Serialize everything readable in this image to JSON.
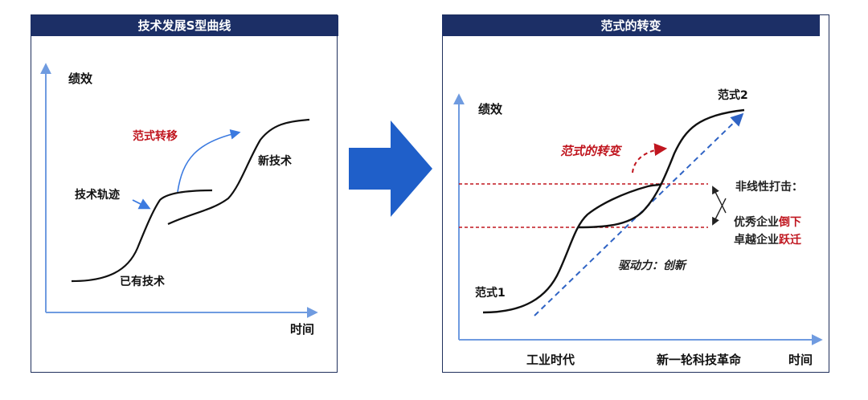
{
  "left_panel": {
    "title": "技术发展S型曲线",
    "y_axis_label": "绩效",
    "x_axis_label": "时间",
    "paradigm_shift_label": "范式转移",
    "tech_trajectory_label": "技术轨迹",
    "new_tech_label": "新技术",
    "existing_tech_label": "已有技术"
  },
  "right_panel": {
    "title": "范式的转变",
    "y_axis_label": "绩效",
    "x_axis_label": "时间",
    "paradigm1_label": "范式1",
    "paradigm2_label": "范式2",
    "paradigm_change_label": "范式的转变",
    "nonlinear_label": "非线性打击：",
    "excellent_prefix": "优秀企业",
    "excellent_highlight": "倒下",
    "outstanding_prefix": "卓越企业",
    "outstanding_highlight": "跃迁",
    "driving_force_label": "驱动力：创新",
    "industrial_era_label": "工业时代",
    "tech_revolution_label": "新一轮科技革命"
  },
  "colors": {
    "header_bg": "#1c2f66",
    "axis": "#6f9be0",
    "accent_red": "#c0161f",
    "arrow_blue": "#1f5fc9",
    "dashed_blue": "#2f63c4"
  }
}
